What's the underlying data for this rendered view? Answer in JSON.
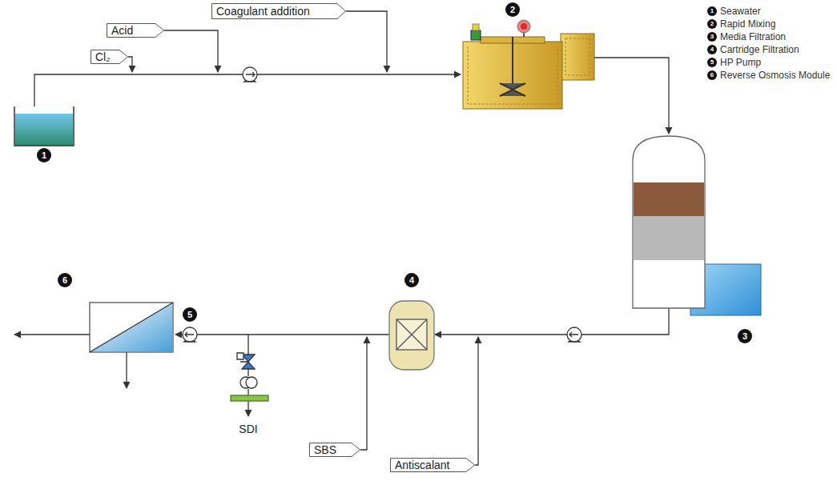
{
  "diagram": {
    "nodes": [
      {
        "text": [
          "Coagulant addition"
        ]
      },
      {
        "text": [
          "Acid"
        ]
      },
      {
        "text": [
          "Cl₂"
        ]
      },
      {
        "text": [
          "SBS"
        ]
      },
      {
        "text": [
          "Antiscalant"
        ]
      }
    ],
    "labels": [
      "1",
      "2",
      "3",
      "4",
      "5",
      "6",
      "SDI",
      "1",
      "2",
      "3",
      "4",
      "5",
      "6"
    ],
    "legend": [
      {
        "text": "Seawater"
      },
      {
        "text": "Rapid Mixing"
      },
      {
        "text": "Media Filtration"
      },
      {
        "text": "Cartridge Filtration"
      },
      {
        "text": "HP Pump"
      },
      {
        "text": "Reverse Osmosis Module"
      }
    ]
  }
}
